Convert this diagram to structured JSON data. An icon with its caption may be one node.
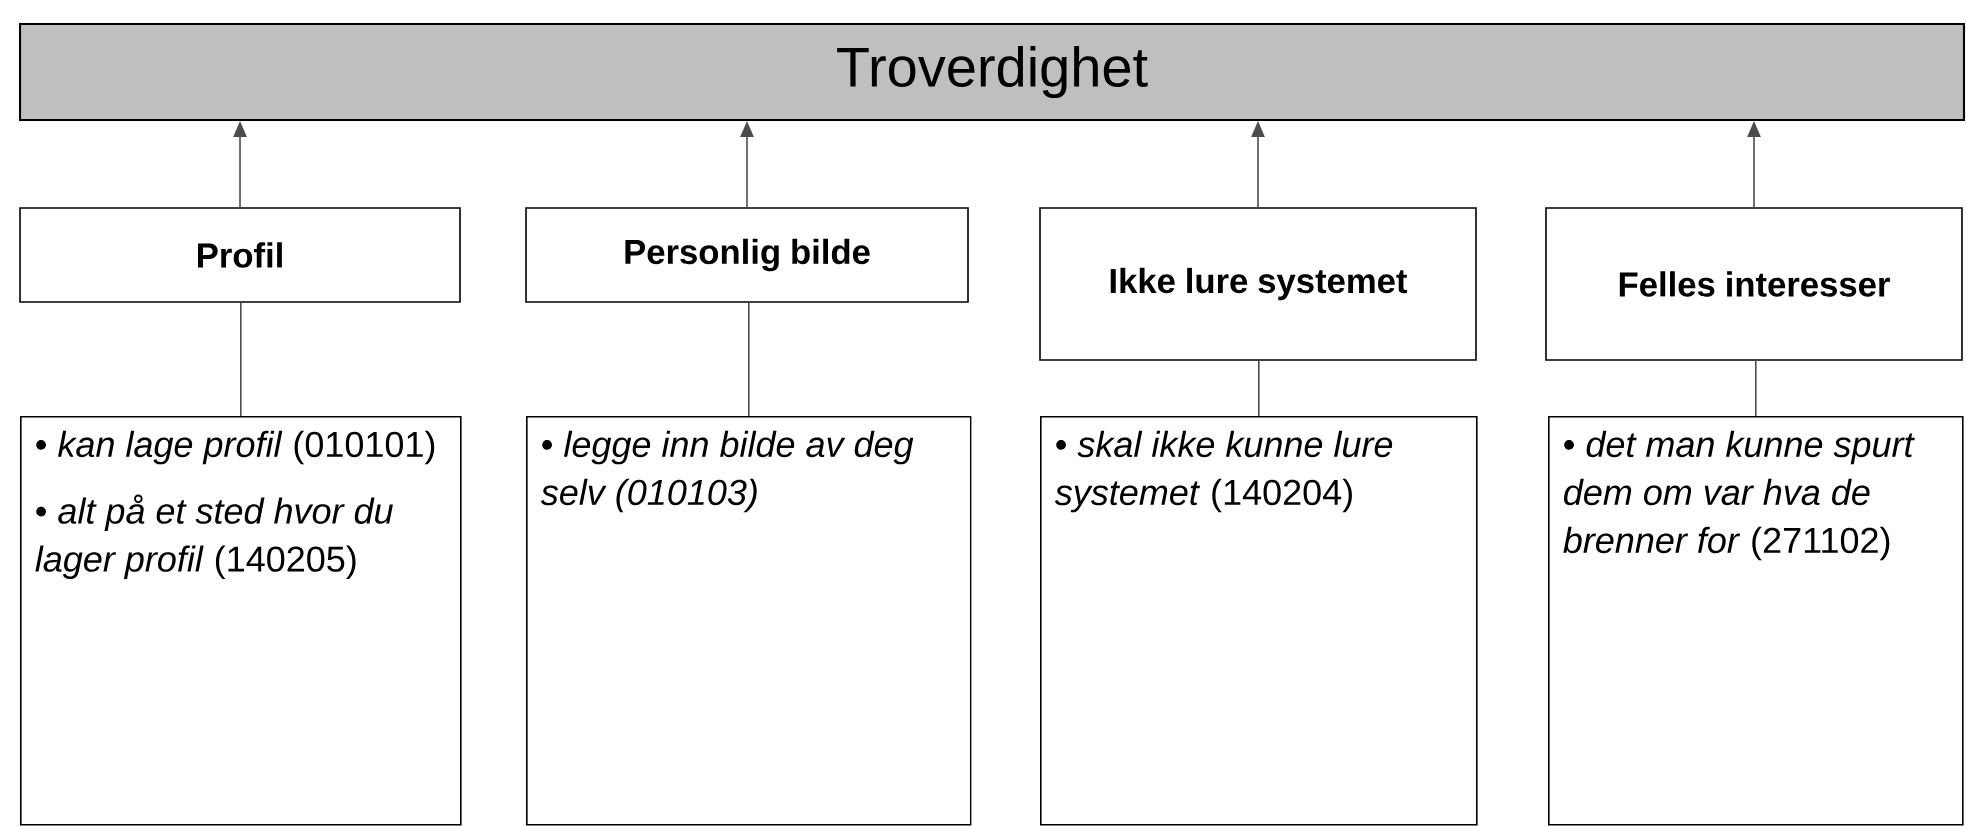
{
  "diagram": {
    "nodes": [
      {
        "text": [
          "Troverdighet"
        ]
      },
      {
        "text": [
          "Profil"
        ]
      },
      {
        "text": [
          "Personlig bilde"
        ]
      },
      {
        "text": [
          "Ikke lure systemet"
        ]
      },
      {
        "text": [
          "Felles interesser"
        ]
      },
      {
        "text": [
          "• *kan lage profil* (010101)",
          "• *alt på et sted hvor du lager profil* (140205)"
        ]
      },
      {
        "text": [
          "• *legge inn bilde av deg selv (010103)*"
        ]
      },
      {
        "text": [
          "• *skal ikke kunne lure systemet* (140204)"
        ]
      },
      {
        "text": [
          "• *det man kunne spurt dem om var hva de brenner for* (271102)"
        ]
      }
    ],
    "edges": [
      {
        "from": 1,
        "to": 0,
        "arrow": "to"
      },
      {
        "from": 2,
        "to": 0,
        "arrow": "to"
      },
      {
        "from": 3,
        "to": 0,
        "arrow": "to"
      },
      {
        "from": 4,
        "to": 0,
        "arrow": "to"
      },
      {
        "from": 5,
        "to": 1,
        "arrow": "none"
      },
      {
        "from": 6,
        "to": 2,
        "arrow": "none"
      },
      {
        "from": 7,
        "to": 3,
        "arrow": "none"
      },
      {
        "from": 8,
        "to": 4,
        "arrow": "none"
      }
    ]
  }
}
